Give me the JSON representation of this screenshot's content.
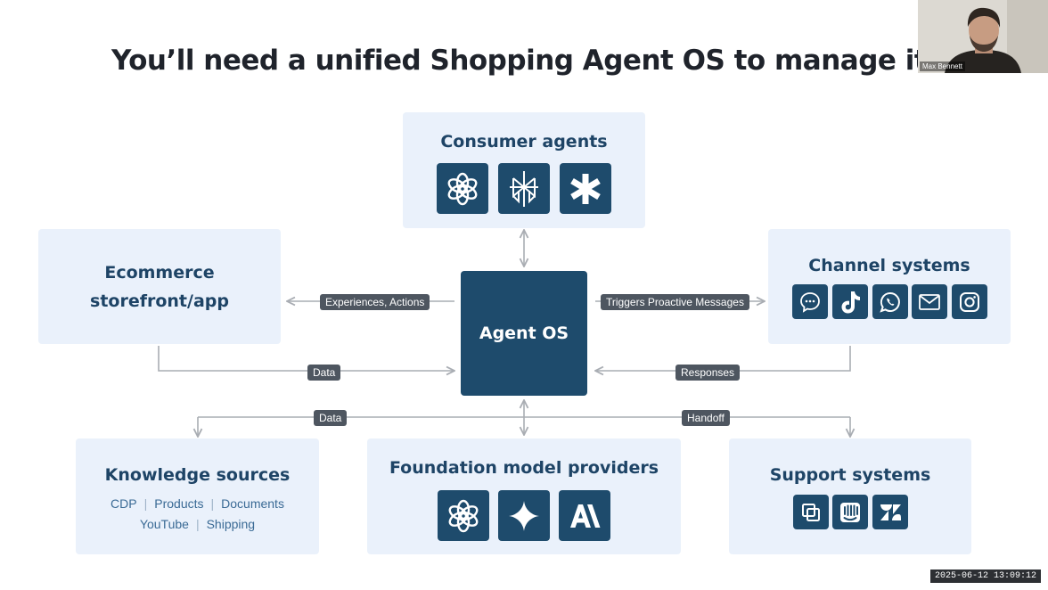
{
  "slide": {
    "title": "You’ll need a unified Shopping Agent OS to manage it a"
  },
  "nodes": {
    "consumer_agents": {
      "title": "Consumer agents",
      "icons": [
        "openai-icon",
        "perplexity-icon",
        "asterisk-icon"
      ]
    },
    "ecommerce": {
      "title_line1": "Ecommerce",
      "title_line2": "storefront/app"
    },
    "channel_systems": {
      "title": "Channel systems",
      "icons": [
        "chat-bubble-icon",
        "tiktok-icon",
        "whatsapp-icon",
        "mail-icon",
        "instagram-icon"
      ]
    },
    "agent_os": {
      "title": "Agent OS"
    },
    "knowledge_sources": {
      "title": "Knowledge sources",
      "items": [
        "CDP",
        "Products",
        "Documents",
        "YouTube",
        "Shipping"
      ]
    },
    "foundation_models": {
      "title": "Foundation model providers",
      "icons": [
        "openai-icon",
        "gemini-sparkle-icon",
        "anthropic-icon"
      ]
    },
    "support_systems": {
      "title": "Support systems",
      "icons": [
        "copy-squares-icon",
        "intercom-icon",
        "zendesk-icon"
      ]
    }
  },
  "edges": {
    "experiences_actions": "Experiences, Actions",
    "triggers": "Triggers Proactive Messages",
    "data_left": "Data",
    "responses": "Responses",
    "data_knowledge": "Data",
    "handoff": "Handoff"
  },
  "webcam": {
    "name": "Max Bennett"
  },
  "timestamp": "2025-06-12 13:09:12",
  "colors": {
    "box_fill": "#eaf1fb",
    "dark_tile": "#1e4b6c",
    "title_text": "#1e4466",
    "pill": "#4e5660",
    "connector": "#a9adb3"
  }
}
